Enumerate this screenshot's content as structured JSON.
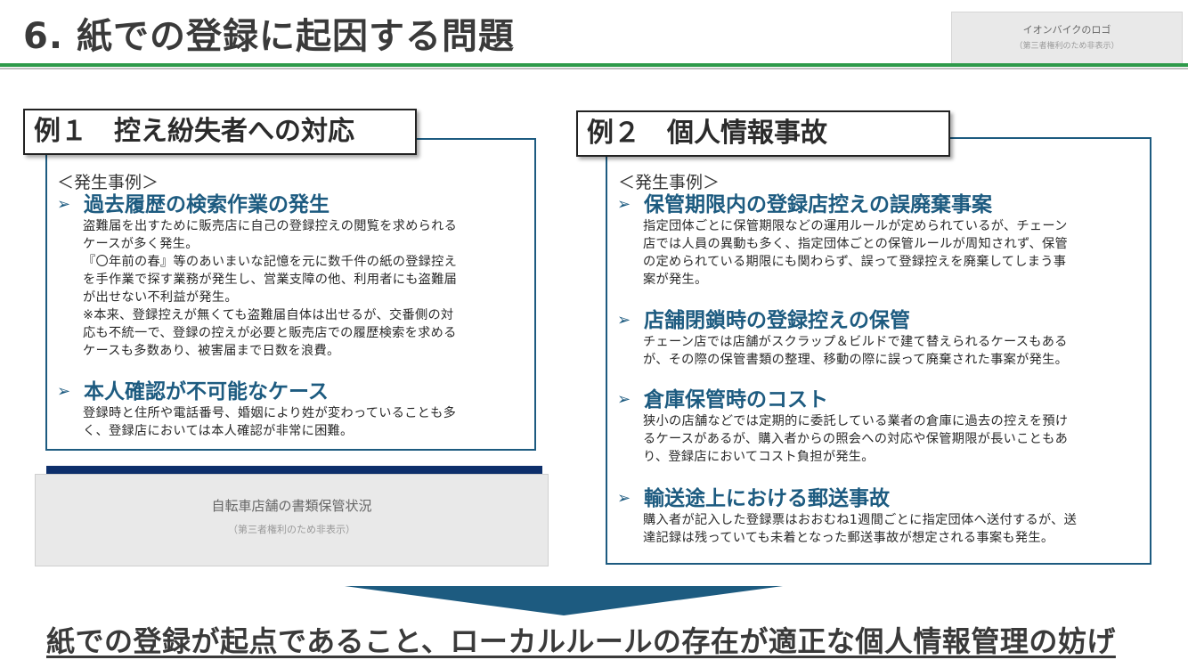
{
  "header": {
    "title": "6. 紙での登録に起因する問題",
    "logo_label": "イオンバイクのロゴ",
    "logo_note": "（第三者権利のため非表示）"
  },
  "example1": {
    "tag": "例１　控え紛失者への対応",
    "subheading": "＜発生事例＞",
    "items": [
      {
        "bullet": "➢",
        "heading": "過去履歴の検索作業の発生",
        "lines": [
          "盗難届を出すために販売店に自己の登録控えの閲覧を求められる",
          "ケースが多く発生。",
          "『〇年前の春』等のあいまいな記憶を元に数千件の紙の登録控え",
          "を手作業で探す業務が発生し、営業支障の他、利用者にも盗難届",
          "が出せない不利益が発生。",
          "※本来、登録控えが無くても盗難届自体は出せるが、交番側の対",
          "応も不統一で、登録の控えが必要と販売店での履歴検索を求める",
          "ケースも多数あり、被害届まで日数を浪費。"
        ]
      },
      {
        "bullet": "➢",
        "heading": "本人確認が不可能なケース",
        "lines": [
          "登録時と住所や電話番号、婚姻により姓が変わっていることも多",
          "く、登録店においては本人確認が非常に困難。"
        ]
      }
    ],
    "photo_label": "自転車店舗の書類保管状況",
    "photo_note": "（第三者権利のため非表示）"
  },
  "example2": {
    "tag": "例２　個人情報事故",
    "subheading": "＜発生事例＞",
    "items": [
      {
        "bullet": "➢",
        "heading": "保管期限内の登録店控えの誤廃棄事案",
        "lines": [
          "指定団体ごとに保管期限などの運用ルールが定められているが、チェーン",
          "店では人員の異動も多く、指定団体ごとの保管ルールが周知されず、保管",
          "の定められている期限にも関わらず、誤って登録控えを廃棄してしまう事",
          "案が発生。"
        ]
      },
      {
        "bullet": "➢",
        "heading": "店舗閉鎖時の登録控えの保管",
        "lines": [
          "チェーン店では店舗がスクラップ＆ビルドで建て替えられるケースもある",
          "が、その際の保管書類の整理、移動の際に誤って廃棄された事案が発生。"
        ]
      },
      {
        "bullet": "➢",
        "heading": "倉庫保管時のコスト",
        "lines": [
          "狭小の店舗などでは定期的に委託している業者の倉庫に過去の控えを預け",
          "るケースがあるが、購入者からの照会への対応や保管期限が長いこともあ",
          "り、登録店においてコスト負担が発生。"
        ]
      },
      {
        "bullet": "➢",
        "heading": "輸送途上における郵送事故",
        "lines": [
          "購入者が記入した登録票はおおむね1週間ごとに指定団体へ送付するが、送",
          "達記録は残っていても未着となった郵送事故が想定される事案も発生。"
        ]
      }
    ]
  },
  "conclusion": "紙での登録が起点であること、ローカルルールの存在が適正な個人情報管理の妨げ",
  "colors": {
    "accent_blue": "#1d5b80",
    "rule_green": "#2e9a4a",
    "text_dark": "#3a3a3a"
  }
}
